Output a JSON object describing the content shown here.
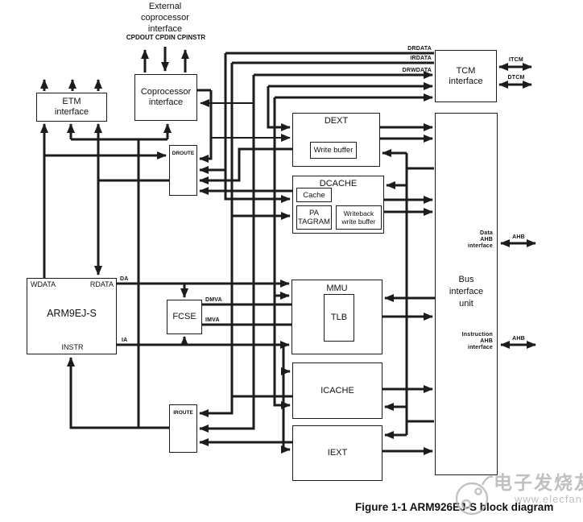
{
  "top": {
    "ext_interface": "External\ncoprocessor\ninterface",
    "cp_signals": "CPDOUT  CPDIN  CPINSTR"
  },
  "boxes": {
    "etm": "ETM\ninterface",
    "coproc": "Coprocessor\ninterface",
    "tcm": "TCM\ninterface",
    "dext": "DEXT",
    "write_buffer": "Write buffer",
    "dcache": "DCACHE",
    "cache": "Cache",
    "pa_tagram": "PA\nTAGRAM",
    "writeback": "Writeback\nwrite buffer",
    "biu": "Bus\ninterface\nunit",
    "arm": "ARM9EJ-S",
    "fcse": "FCSE",
    "mmu": "MMU",
    "tlb": "TLB",
    "icache": "ICACHE",
    "iext": "IEXT",
    "droute": "DROUTE",
    "iroute": "IROUTE"
  },
  "signals": {
    "drdata": "DRDATA",
    "irdata": "IRDATA",
    "drwdata": "DRWDATA",
    "itcm": "ITCM",
    "dtcm": "DTCM",
    "wdata": "WDATA",
    "rdata": "RDATA",
    "instr": "INSTR",
    "da": "DA",
    "ia": "IA",
    "dmva": "DMVA",
    "imva": "IMVA",
    "data_ahb": "Data\nAHB\ninterface",
    "ahb_data": "AHB",
    "instr_ahb": "Instruction\nAHB\ninterface",
    "ahb_instr": "AHB"
  },
  "caption": "Figure 1-1 ARM926EJ-S block diagram",
  "watermark": {
    "brand": "电子发烧友",
    "site": "www.elecfans.com"
  }
}
